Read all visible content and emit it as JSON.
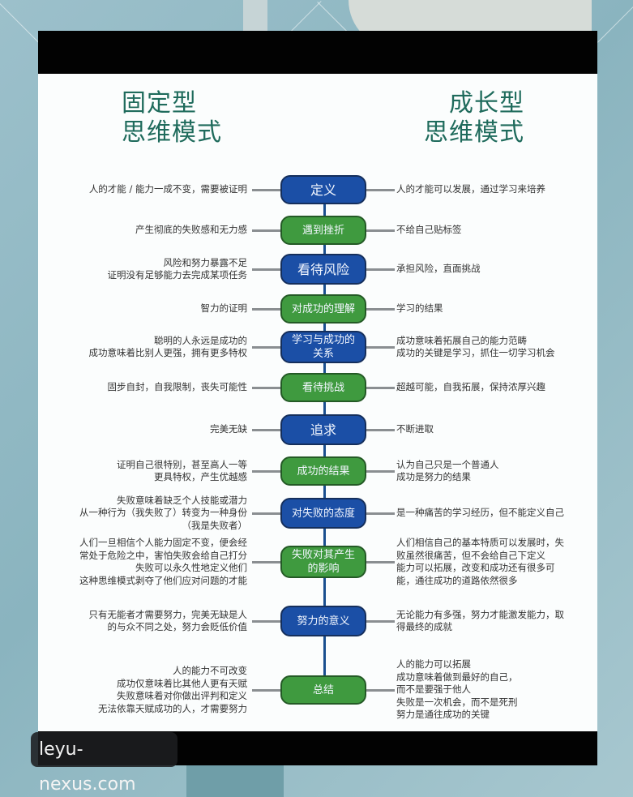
{
  "headings": {
    "left": [
      "固定型",
      "思维模式"
    ],
    "right": [
      "成长型",
      "思维模式"
    ]
  },
  "colors": {
    "heading": "#1f6b5c",
    "node_blue": "#1b4fa6",
    "node_green": "#3f9a3f",
    "spine": "#1a4f8f",
    "connector": "#8a8e91"
  },
  "rows": [
    {
      "node": [
        "定义"
      ],
      "color": "blue",
      "fixed": [
        "人的才能 / 能力一成不变，需要被证明"
      ],
      "growth": [
        "人的才能可以发展，通过学习来培养"
      ]
    },
    {
      "node": [
        "遇到挫折"
      ],
      "color": "green",
      "fixed": [
        "产生彻底的失败感和无力感"
      ],
      "growth": [
        "不给自己贴标签"
      ]
    },
    {
      "node": [
        "看待风险"
      ],
      "color": "blue",
      "fixed": [
        "风险和努力暴露不足",
        "证明没有足够能力去完成某项任务"
      ],
      "growth": [
        "承担风险，直面挑战"
      ]
    },
    {
      "node": [
        "对成功的理解"
      ],
      "color": "green",
      "fixed": [
        "智力的证明"
      ],
      "growth": [
        "学习的结果"
      ]
    },
    {
      "node": [
        "学习与成功的",
        "关系"
      ],
      "color": "blue",
      "fixed": [
        "聪明的人永远是成功的",
        "成功意味着比别人更强，拥有更多特权"
      ],
      "growth": [
        "成功意味着拓展自己的能力范畴",
        "成功的关键是学习，抓住一切学习机会"
      ]
    },
    {
      "node": [
        "看待挑战"
      ],
      "color": "green",
      "fixed": [
        "固步自封，自我限制，丧失可能性"
      ],
      "growth": [
        "超越可能，自我拓展，保持浓厚兴趣"
      ]
    },
    {
      "node": [
        "追求"
      ],
      "color": "blue",
      "fixed": [
        "完美无缺"
      ],
      "growth": [
        "不断进取"
      ]
    },
    {
      "node": [
        "成功的结果"
      ],
      "color": "green",
      "fixed": [
        "证明自己很特别，甚至高人一等",
        "更具特权，产生优越感"
      ],
      "growth": [
        "认为自己只是一个普通人",
        "成功是努力的结果"
      ]
    },
    {
      "node": [
        "对失败的态度"
      ],
      "color": "blue",
      "fixed": [
        "失败意味着缺乏个人技能或潜力",
        "从一种行为（我失败了）转变为一种身份",
        "（我是失败者）"
      ],
      "growth": [
        "是一种痛苦的学习经历，但不能定义自己"
      ]
    },
    {
      "node": [
        "失败对其产生",
        "的影响"
      ],
      "color": "green",
      "fixed": [
        "人们一旦相信个人能力固定不变，便会经",
        "常处于危险之中，害怕失败会给自己打分",
        "失败可以永久性地定义他们",
        "这种思维模式剥夺了他们应对问题的才能"
      ],
      "growth": [
        "人们相信自己的基本特质可以发展时，失",
        "败虽然很痛苦，但不会给自己下定义",
        "能力可以拓展，改变和成功还有很多可",
        "能，通往成功的道路依然很多"
      ]
    },
    {
      "node": [
        "努力的意义"
      ],
      "color": "blue",
      "fixed": [
        "只有无能者才需要努力，完美无缺是人",
        "的与众不同之处，努力会贬低价值"
      ],
      "growth": [
        "无论能力有多强，努力才能激发能力，取",
        "得最终的成就"
      ]
    },
    {
      "node": [
        "总结"
      ],
      "color": "green",
      "fixed": [
        "人的能力不可改变",
        "成功仅意味着比其他人更有天赋",
        "失败意味着对你做出评判和定义",
        "无法依靠天赋成功的人，才需要努力"
      ],
      "growth": [
        "人的能力可以拓展",
        "成功意味着做到最好的自己，",
        "而不是要强于他人",
        "失败是一次机会，而不是死刑",
        "努力是通往成功的关键"
      ]
    }
  ],
  "watermark": "leyu-nexus.com"
}
